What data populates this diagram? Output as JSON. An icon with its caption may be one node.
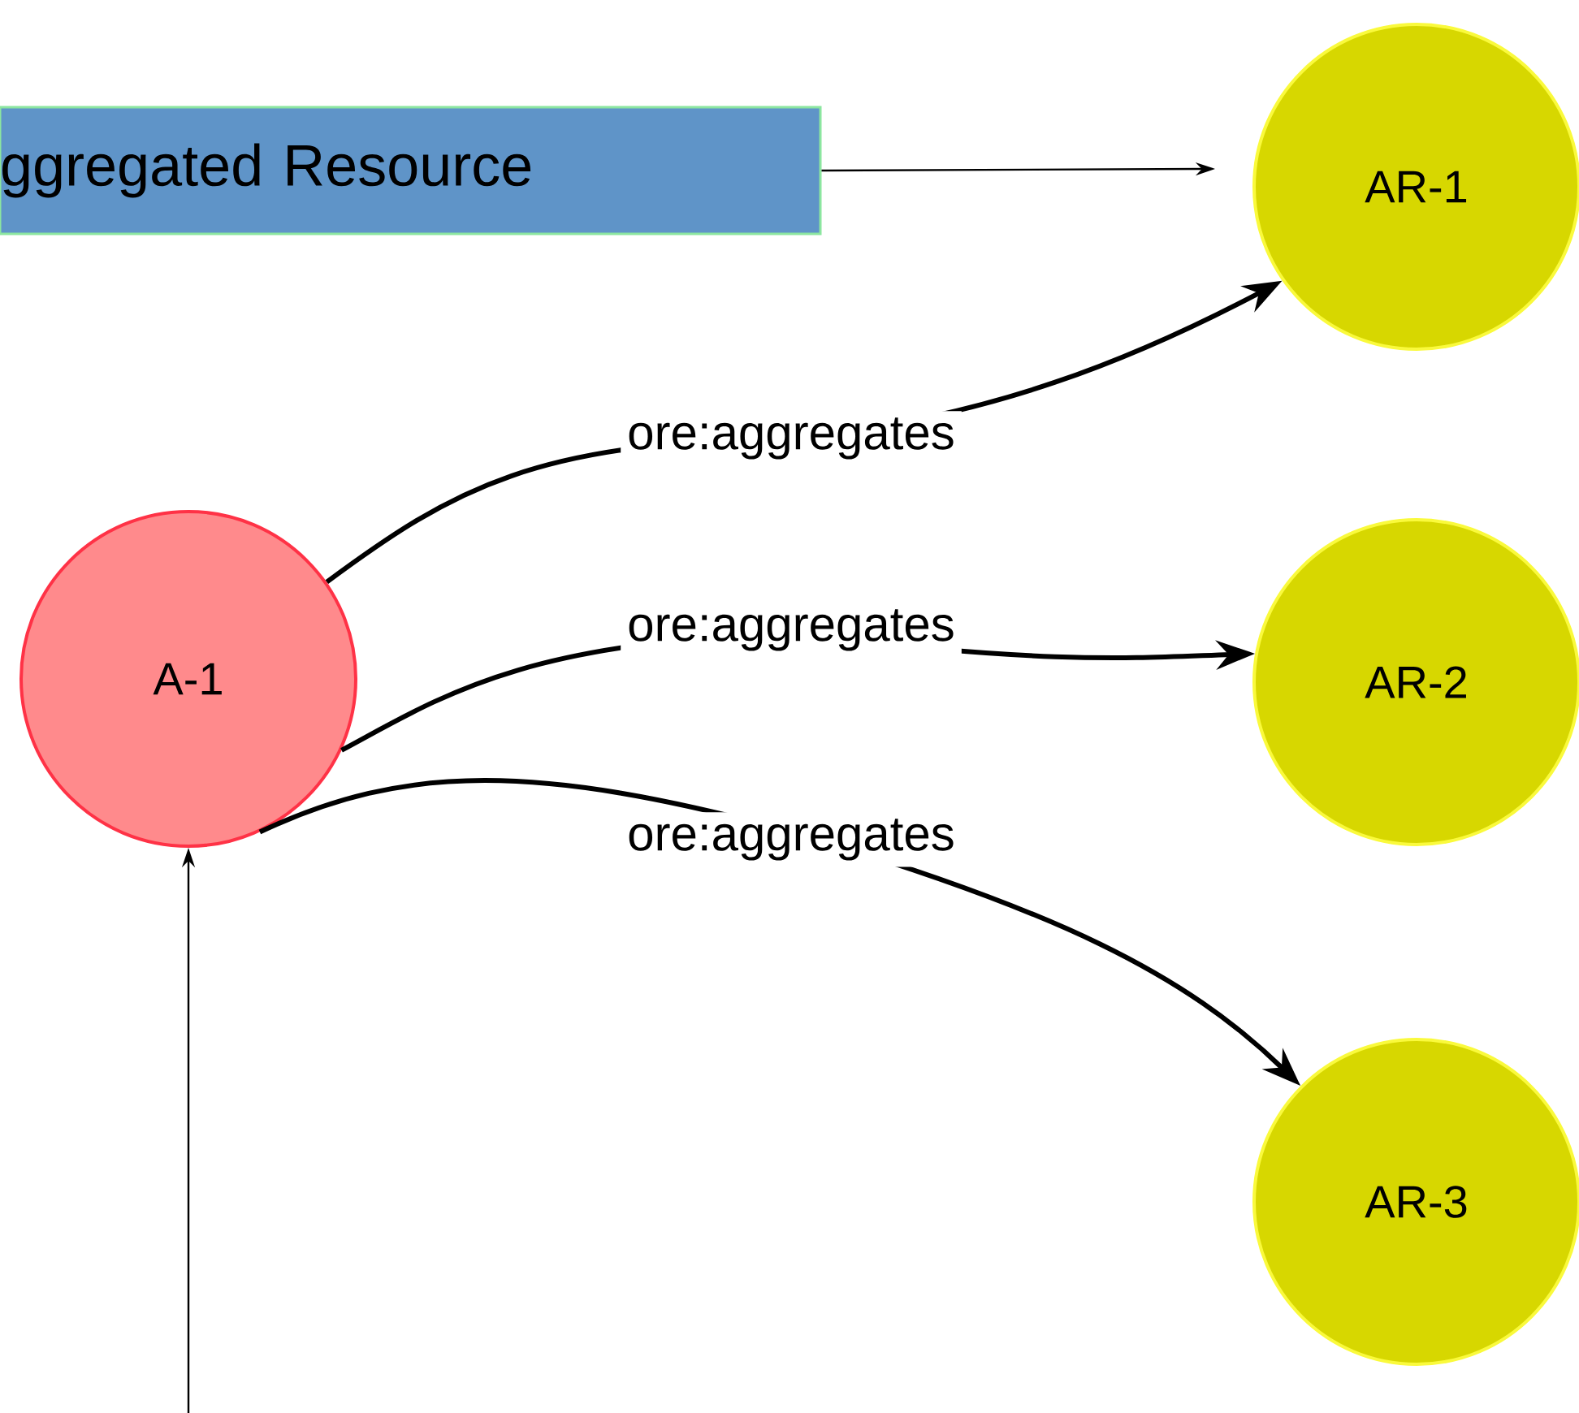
{
  "diagram": {
    "nodes": [
      {
        "text": [
          "ggregated Resource"
        ]
      },
      {
        "text": [
          "A-1"
        ]
      },
      {
        "text": [
          "AR-1"
        ]
      },
      {
        "text": [
          "AR-2"
        ]
      },
      {
        "text": [
          "AR-3"
        ]
      }
    ],
    "edges": [
      {
        "from": 0,
        "to": 2,
        "arrow": "to"
      },
      {
        "from": 1,
        "to": 2,
        "arrow": "to",
        "label": "ore:aggregates"
      },
      {
        "from": 1,
        "to": 3,
        "arrow": "to",
        "label": "ore:aggregates"
      },
      {
        "from": 1,
        "to": 4,
        "arrow": "to",
        "label": "ore:aggregates"
      },
      {
        "from": null,
        "to": 1,
        "arrow": "to"
      }
    ]
  }
}
